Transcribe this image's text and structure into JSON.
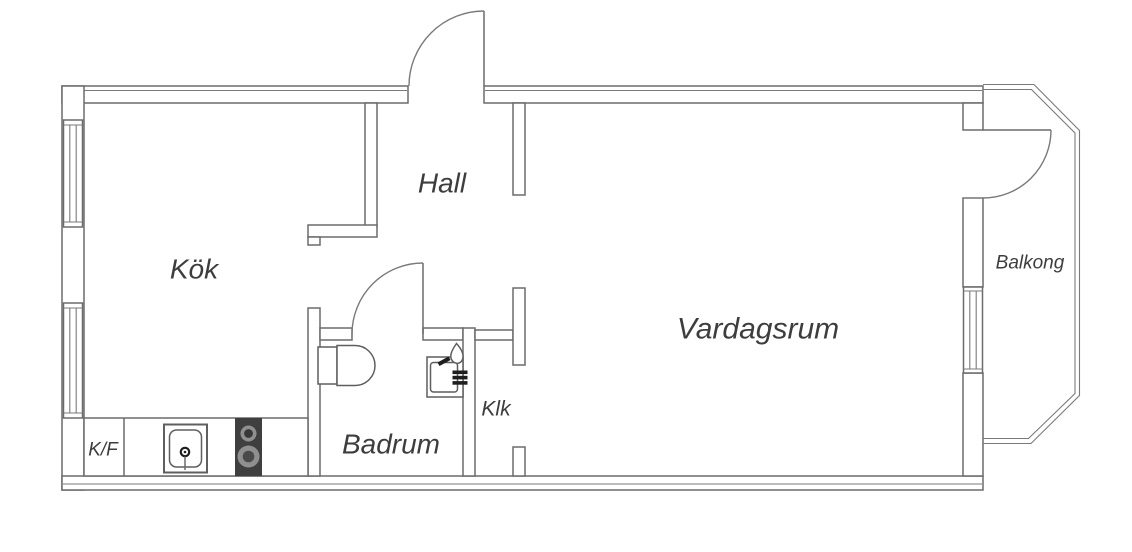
{
  "document": {
    "type": "apartment-floor-plan"
  },
  "colors": {
    "background": "#ffffff",
    "wall_line": "#6b6b6b",
    "label_text": "#3d3d3d",
    "stove_panel": "#3f3f3f",
    "burner_ring": "#8f8f8f",
    "burner_center": "#383838",
    "fixture_dark": "#1e1e1e"
  },
  "rooms": {
    "kitchen": {
      "label": "Kök"
    },
    "hall": {
      "label": "Hall"
    },
    "bathroom": {
      "label": "Badrum"
    },
    "closet": {
      "label": "Klk"
    },
    "living_room": {
      "label": "Vardagsrum"
    },
    "balcony": {
      "label": "Balkong"
    }
  },
  "fixtures": {
    "fridge_freezer": {
      "label": "K/F"
    },
    "symbols": [
      "kitchen-sink",
      "stove",
      "toilet",
      "bathroom-sink",
      "entrance-door",
      "bathroom-door",
      "balcony-door",
      "window"
    ]
  }
}
